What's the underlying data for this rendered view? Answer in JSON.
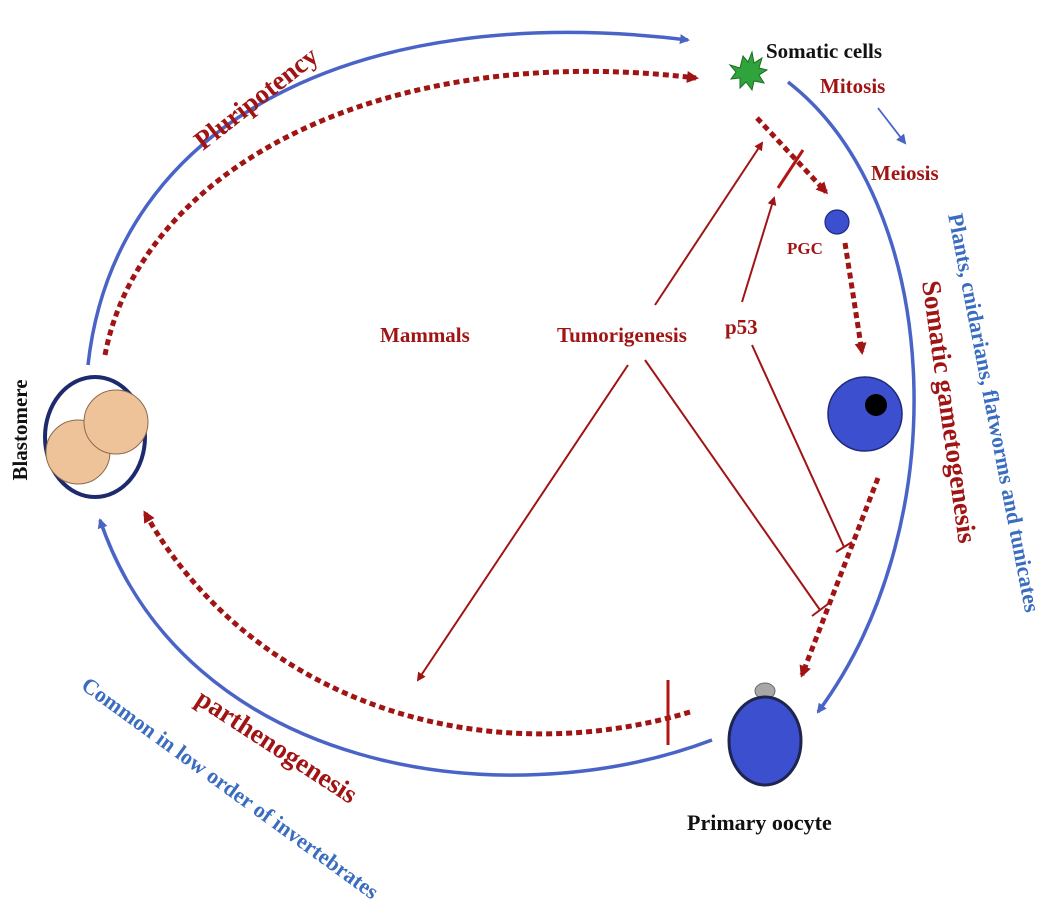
{
  "labels": {
    "somatic_cells": "Somatic cells",
    "mitosis": "Mitosis",
    "meiosis": "Meiosis",
    "pgc": "PGC",
    "p53": "p53",
    "mammals": "Mammals",
    "tumorigenesis": "Tumorigenesis",
    "pluripotency": "Pluripotency",
    "blastomere": "Blastomere",
    "somatic_gametogenesis": "Somatic gametogenesis",
    "plants_note": "Plants, cnidarians, flatworms and tunicates",
    "primary_oocyte": "Primary oocyte",
    "parthenogenesis": "parthenogenesis",
    "invertebrates_note": "Common in low order of invertebrates"
  },
  "colors": {
    "blue_arc": "#4a63c6",
    "red_dark": "#a01414",
    "blue_text": "#3a6cc0",
    "blastomere_fill": "#eec39a",
    "cell_blue": "#3c4fcf",
    "somatic_cell_green": "#2fa43a"
  }
}
